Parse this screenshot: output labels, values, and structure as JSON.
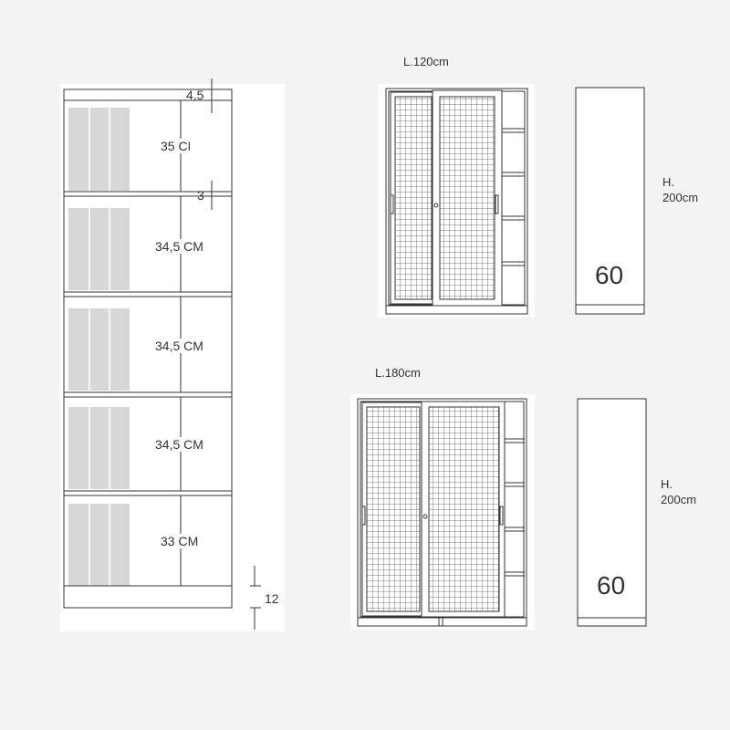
{
  "shelf_detail": {
    "top_gap": "4,5",
    "shelf_gap": "3",
    "bottom_height": "12",
    "compartments": [
      "35 CM",
      "34,5 CM",
      "34,5 CM",
      "34,5 CM",
      "33 CM"
    ]
  },
  "cabinet_small": {
    "width_label": "L.120cm",
    "height_label": "H.\n200cm",
    "depth": "60"
  },
  "cabinet_large": {
    "width_label": "L.180cm",
    "height_label": "H.\n200cm",
    "depth": "60"
  },
  "colors": {
    "line": "#333333",
    "panel_fill": "#ffffff",
    "glass_fill": "#d7d7d7",
    "background": "#f3f3f3"
  }
}
